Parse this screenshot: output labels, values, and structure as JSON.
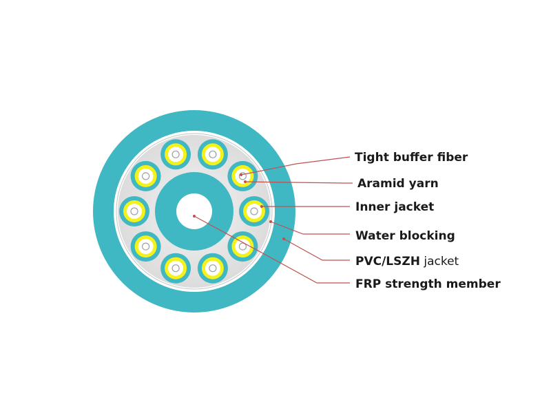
{
  "labels": {
    "tight_buffer_fiber": "Tight buffer fiber",
    "aramid_yarn": "Aramid yarn",
    "inner_jacket": "Inner jacket",
    "water_blocking": "Water blocking",
    "pvc_lszh_jacket_bold": "PVC/LSZH",
    "pvc_lszh_jacket_rest": " jacket",
    "frp_strength_member": "FRP strength member"
  },
  "colors": {
    "outer_jacket": "#3fb8c3",
    "water_blocking_ring": "#ffffff",
    "inner_fill": "#e4e4e4",
    "central_member_jacket": "#3fb8c3",
    "fiber_yellow": "#f4f21c",
    "leader_line": "#c0504d"
  },
  "fiber_count": 10
}
